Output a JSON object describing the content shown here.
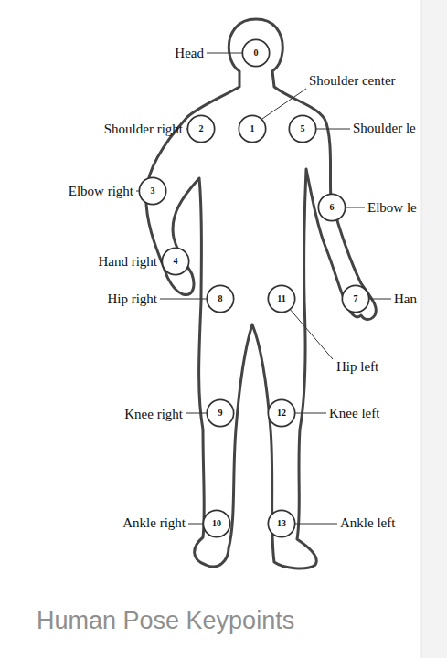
{
  "diagram": {
    "caption": "Human Pose Keypoints",
    "nodes": [
      {
        "text": [
          "0"
        ]
      },
      {
        "text": [
          "2"
        ]
      },
      {
        "text": [
          "1"
        ]
      },
      {
        "text": [
          "5"
        ]
      },
      {
        "text": [
          "3"
        ]
      },
      {
        "text": [
          "6"
        ]
      },
      {
        "text": [
          "4"
        ]
      },
      {
        "text": [
          "8"
        ]
      },
      {
        "text": [
          "11"
        ]
      },
      {
        "text": [
          "7"
        ]
      },
      {
        "text": [
          "9"
        ]
      },
      {
        "text": [
          "12"
        ]
      },
      {
        "text": [
          "10"
        ]
      },
      {
        "text": [
          "13"
        ]
      }
    ],
    "labels": [
      "Head",
      "Shoulder center",
      "Shoulder right",
      "Shoulder le",
      "Elbow right",
      "Elbow le",
      "Hand right",
      "Han",
      "Hip right",
      "Hip left",
      "Knee right",
      "Knee left",
      "Ankle right",
      "Ankle left"
    ]
  }
}
